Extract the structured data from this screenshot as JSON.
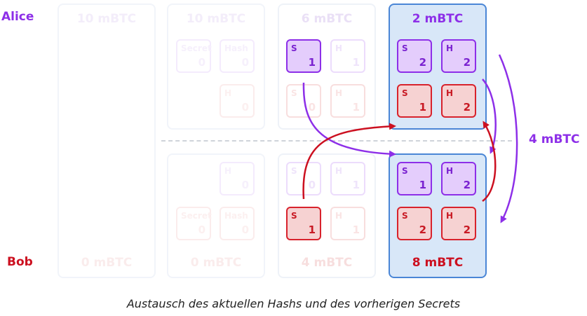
{
  "parties": {
    "alice": "Alice",
    "bob": "Bob"
  },
  "caption": "Austausch des aktuellen Hashs und des vorherigen Secrets",
  "transfer_label": "4 mBTC",
  "key_labels": {
    "secret_short": "S",
    "hash_short": "H",
    "secret_full": "Secret",
    "hash_full": "Hash"
  },
  "stages": [
    {
      "alice_balance": "10 mBTC",
      "bob_balance": "0 mBTC"
    },
    {
      "alice_balance": "10 mBTC",
      "bob_balance": "0 mBTC",
      "alice_keys": {
        "secret": "0",
        "hash": "0",
        "bob_hash": "0"
      },
      "bob_keys": {
        "alice_hash": "0",
        "secret": "0",
        "hash": "0"
      }
    },
    {
      "alice_balance": "6 mBTC",
      "bob_balance": "4 mBTC",
      "alice_keys": {
        "secret": "1",
        "hash": "1",
        "bob_secret": "0",
        "bob_hash": "1"
      },
      "bob_keys": {
        "alice_secret": "0",
        "alice_hash": "1",
        "secret": "1",
        "hash": "1"
      }
    },
    {
      "alice_balance": "2 mBTC",
      "bob_balance": "8 mBTC",
      "alice_keys": {
        "secret": "2",
        "hash": "2",
        "bob_secret": "1",
        "bob_hash": "2"
      },
      "bob_keys": {
        "alice_secret": "1",
        "alice_hash": "2",
        "secret": "2",
        "hash": "2"
      }
    }
  ],
  "colors": {
    "alice": "#8d2fe8",
    "bob": "#cc1020",
    "active_border": "#4a86d6",
    "active_fill": "#d8e7f8"
  }
}
